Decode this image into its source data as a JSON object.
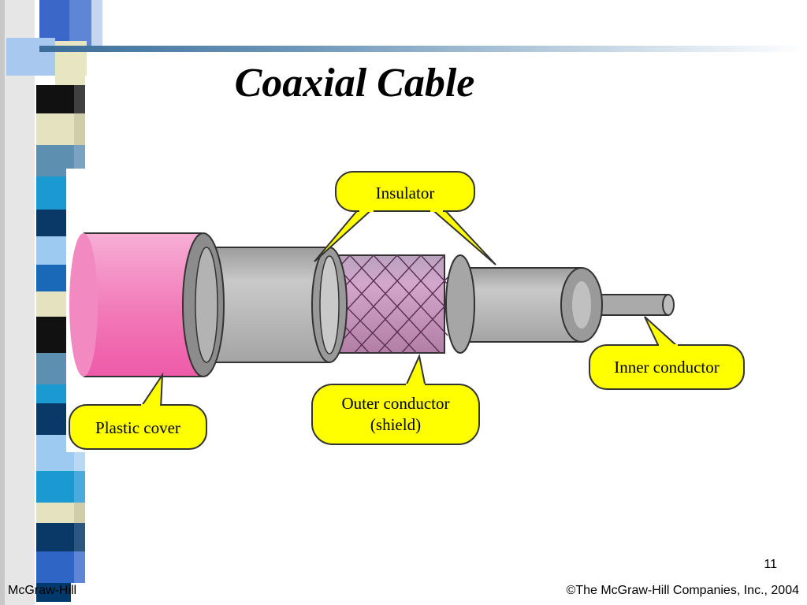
{
  "slide": {
    "title": "Coaxial Cable",
    "number": "11",
    "publisher": "McGraw-Hill",
    "copyright": "©The McGraw-Hill Companies, Inc., 2004"
  },
  "diagram": {
    "labels": {
      "insulator": "Insulator",
      "inner_conductor": "Inner conductor",
      "outer_conductor_line1": "Outer conductor",
      "outer_conductor_line2": "(shield)",
      "plastic_cover": "Plastic cover"
    },
    "colors": {
      "callout": "#ffff00",
      "plastic_cover": "#f07ab8",
      "shield_braid": "#c98bb8",
      "insulator_gray": "#aaaaaa"
    }
  }
}
